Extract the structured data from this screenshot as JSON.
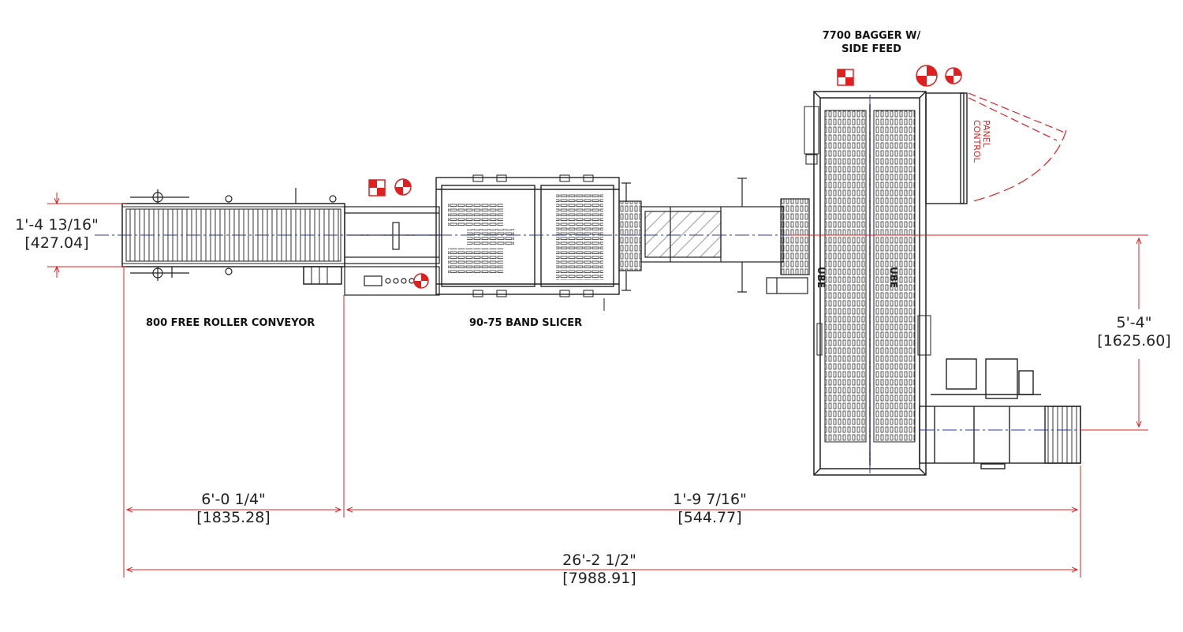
{
  "labels": {
    "conveyor": "800 FREE ROLLER CONVEYOR",
    "slicer": "90-75 BAND SLICER",
    "bagger_line1": "7700 BAGGER W/",
    "bagger_line2": "SIDE FEED",
    "panel_line1": "PANEL",
    "panel_line2": "CONTROL",
    "brand_left": "UBE",
    "brand_right": "UBE"
  },
  "dimensions": {
    "conveyor_width": {
      "imperial": "1'-4 13/16\"",
      "metric": "[427.04]"
    },
    "offset_vertical": {
      "imperial": "5'-4\"",
      "metric": "[1625.60]"
    },
    "conveyor_length": {
      "imperial": "6'-0 1/4\"",
      "metric": "[1835.28]"
    },
    "remaining_length": {
      "imperial": "1'-9 7/16\"",
      "metric": "[544.77]"
    },
    "overall_length": {
      "imperial": "26'-2 1/2\"",
      "metric": "[7988.91]"
    }
  },
  "colors": {
    "dimension": "#e02020",
    "line": "#222222",
    "centerline": "#2a3aa0",
    "marker_red": "#e02020"
  }
}
